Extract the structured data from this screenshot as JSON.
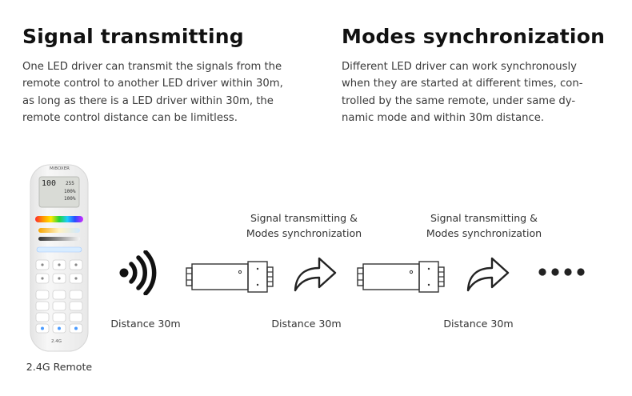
{
  "left_section": {
    "title": "Signal transmitting",
    "description": "One LED driver can transmit the signals from the\nremote control to another LED driver within 30m,\nas long as there is a LED driver within 30m, the\nremote control distance can be limitless."
  },
  "right_section": {
    "title": "Modes synchronization",
    "description": "Different LED driver can work synchronously\nwhen they are started at different times, con-\ntrolled by the same remote, under same dy-\nnamic mode and within 30m distance."
  },
  "remote": {
    "caption": "2.4G Remote",
    "brand": "MiBOXER",
    "lcd_main": "100",
    "lcd_readouts": [
      "255",
      "100%",
      "100%"
    ],
    "footer_mark": "2.4G"
  },
  "diagram": {
    "relay_label_1": "Signal transmitting &\nModes synchronization",
    "relay_label_2": "Signal transmitting &\nModes synchronization",
    "distance_label_1": "Distance 30m",
    "distance_label_2": "Distance 30m",
    "distance_label_3": "Distance 30m"
  },
  "colors": {
    "heading": "#111111",
    "body_text": "#3a3a3a",
    "outline": "#333333",
    "remote_body": "#f1f1f1"
  },
  "icons": [
    "wireless-signal-icon",
    "led-driver-icon",
    "curved-arrow-icon",
    "ellipsis-dots-icon"
  ]
}
